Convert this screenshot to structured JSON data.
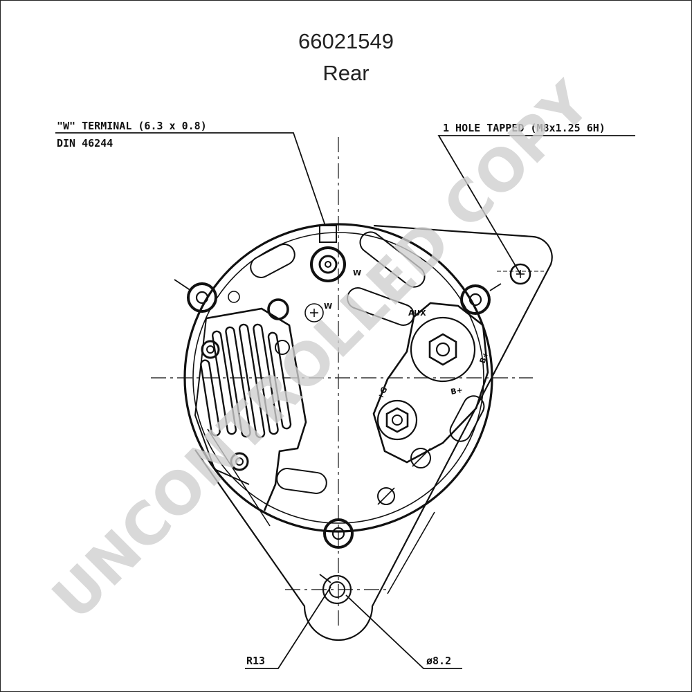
{
  "header": {
    "part_number": "66021549",
    "view": "Rear"
  },
  "callouts": {
    "w_terminal_line1": "\"W\" TERMINAL (6.3 x 0.8)",
    "w_terminal_line2": "DIN 46244",
    "tapped_hole": "1 HOLE TAPPED (M8x1.25 6H)",
    "radius": "R13",
    "diameter": "ø8.2"
  },
  "terminal_labels": {
    "w_upper": "W",
    "w_lower": "W",
    "aux": "AUX",
    "b_plus_right": "B+",
    "b_plus_lower": "B+",
    "plus_g": "+G"
  },
  "watermark": "UNCONTROLLED COPY"
}
